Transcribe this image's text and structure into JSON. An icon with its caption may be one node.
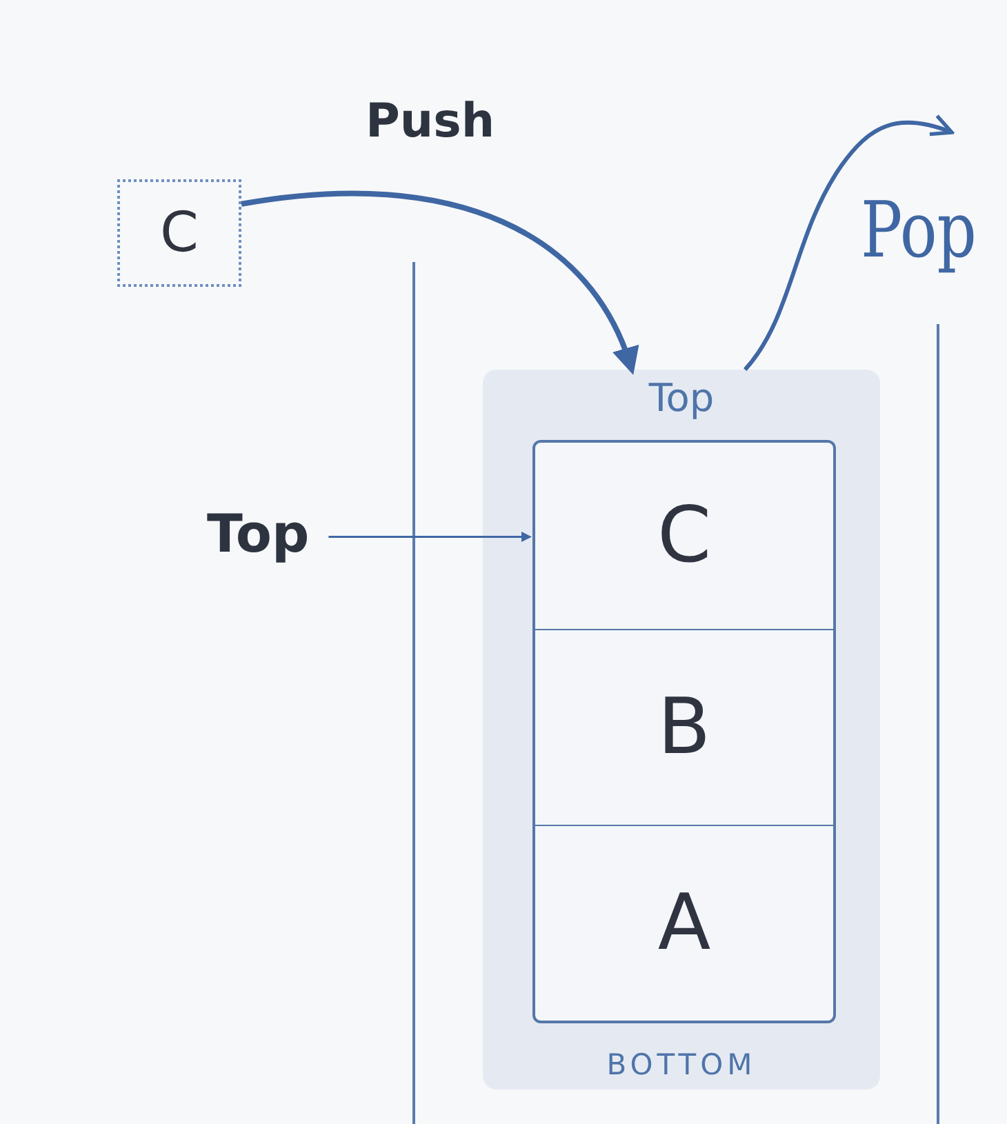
{
  "diagram": {
    "nodes": [
      {
        "text": [
          "C"
        ]
      },
      {
        "text": [
          "Top",
          "BOTTOM"
        ]
      },
      {
        "text": [
          "C"
        ],
        "in": 1
      },
      {
        "text": [
          "B"
        ],
        "in": 1
      },
      {
        "text": [
          "A"
        ],
        "in": 1
      },
      {
        "text": [
          "Top"
        ]
      }
    ],
    "edges": [
      {
        "from": 0,
        "to": 1,
        "label": "Push",
        "arrow": "to"
      },
      {
        "from": 5,
        "to": 2,
        "arrow": "to"
      },
      {
        "from": 1,
        "to": null,
        "label": "Pop",
        "arrow": "to"
      }
    ]
  }
}
